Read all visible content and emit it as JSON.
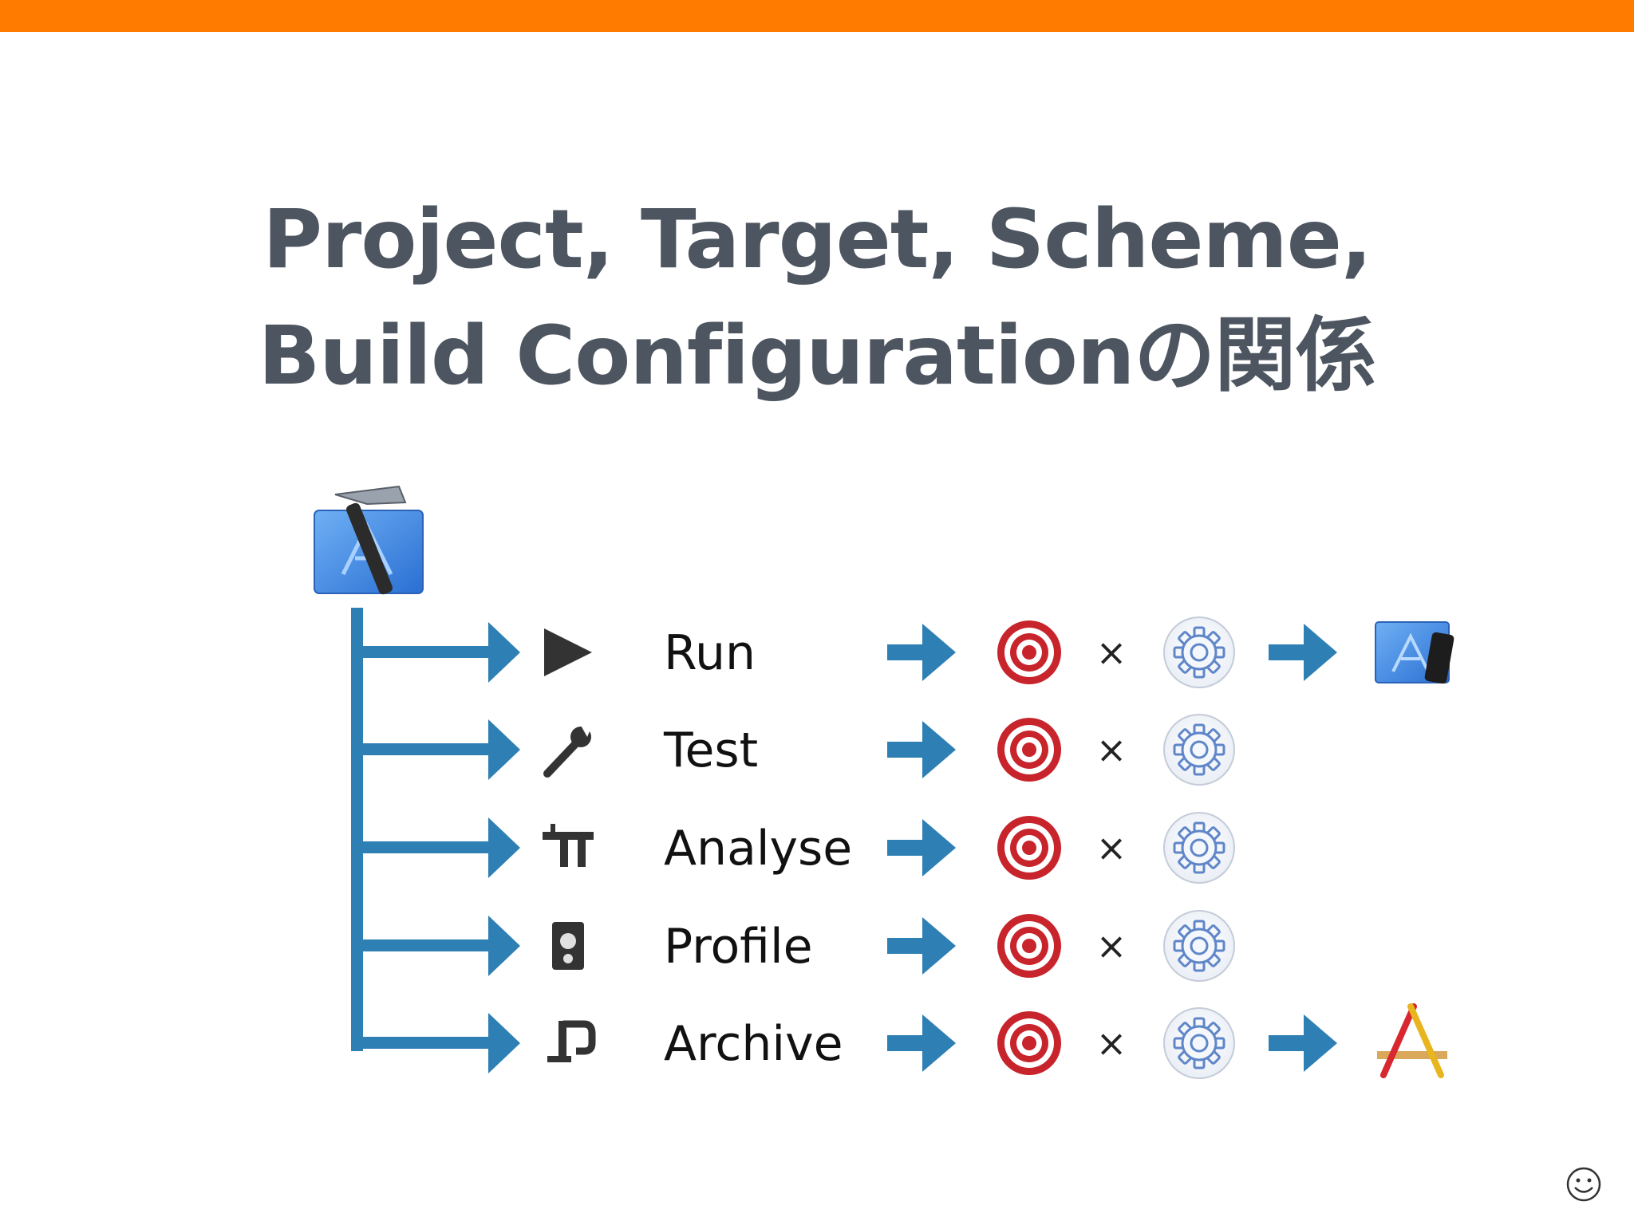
{
  "colors": {
    "top_bar": "#ff7b00",
    "title_text": "#4d5560",
    "flow_arrow": "#2d7fb4",
    "target_red": "#c8242b",
    "gear_blue": "#5f86c9"
  },
  "slide": {
    "title_line1": "Project, Target, Scheme,",
    "title_line2": "Build Configurationの関係"
  },
  "diagram": {
    "project_icon": "xcode-hammer-icon",
    "rows": [
      {
        "action_icon": "play-icon",
        "label": "Run",
        "times": "×",
        "result_icon": "ios-app-device-icon"
      },
      {
        "action_icon": "wrench-icon",
        "label": "Test",
        "times": "×",
        "result_icon": ""
      },
      {
        "action_icon": "caliper-icon",
        "label": "Analyse",
        "times": "×",
        "result_icon": ""
      },
      {
        "action_icon": "gauge-icon",
        "label": "Profile",
        "times": "×",
        "result_icon": ""
      },
      {
        "action_icon": "clamp-icon",
        "label": "Archive",
        "times": "×",
        "result_icon": "app-store-icon"
      }
    ],
    "target_icon": "target-icon",
    "config_icon": "gear-icon"
  },
  "footer": {
    "icon": "smiley-icon"
  }
}
